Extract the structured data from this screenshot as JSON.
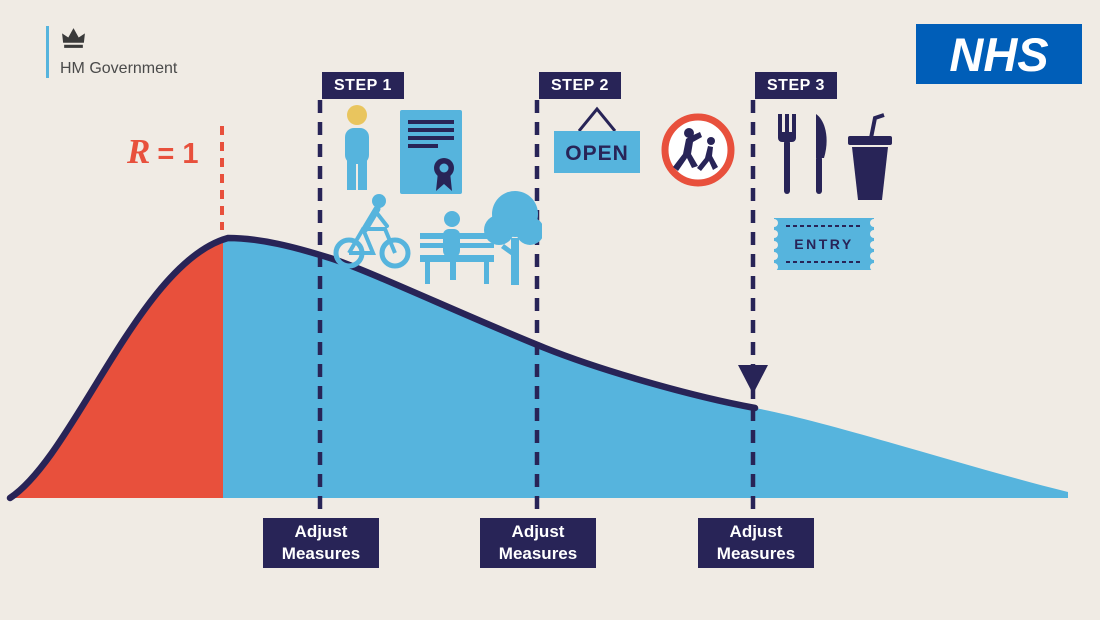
{
  "colors": {
    "background": "#f0ebe4",
    "navy": "#282457",
    "blue": "#56b4dd",
    "red": "#e8503c",
    "nhs_blue": "#005eb8",
    "text_gray": "#4a4a4a",
    "head_yellow": "#e9c55e"
  },
  "header": {
    "hm_government": "HM Government",
    "nhs": "NHS"
  },
  "r_marker": {
    "symbol": "R",
    "rest": "= 1"
  },
  "steps": [
    {
      "label": "STEP 1",
      "adjust_line1": "Adjust",
      "adjust_line2": "Measures"
    },
    {
      "label": "STEP 2",
      "adjust_line1": "Adjust",
      "adjust_line2": "Measures"
    },
    {
      "label": "STEP 3",
      "adjust_line1": "Adjust",
      "adjust_line2": "Measures"
    }
  ],
  "signs": {
    "open": "OPEN",
    "entry": "ENTRY"
  },
  "icons": {
    "header": [
      "crown-icon"
    ],
    "step1": [
      "person-icon",
      "certificate-icon",
      "cyclist-icon",
      "bench-icon",
      "tree-icon"
    ],
    "step2": [
      "open-sign-icon",
      "school-crossing-icon"
    ],
    "step3": [
      "fork-icon",
      "knife-icon",
      "drink-icon",
      "entry-ticket-icon"
    ],
    "curve": [
      "step-3-arrow-icon"
    ]
  }
}
